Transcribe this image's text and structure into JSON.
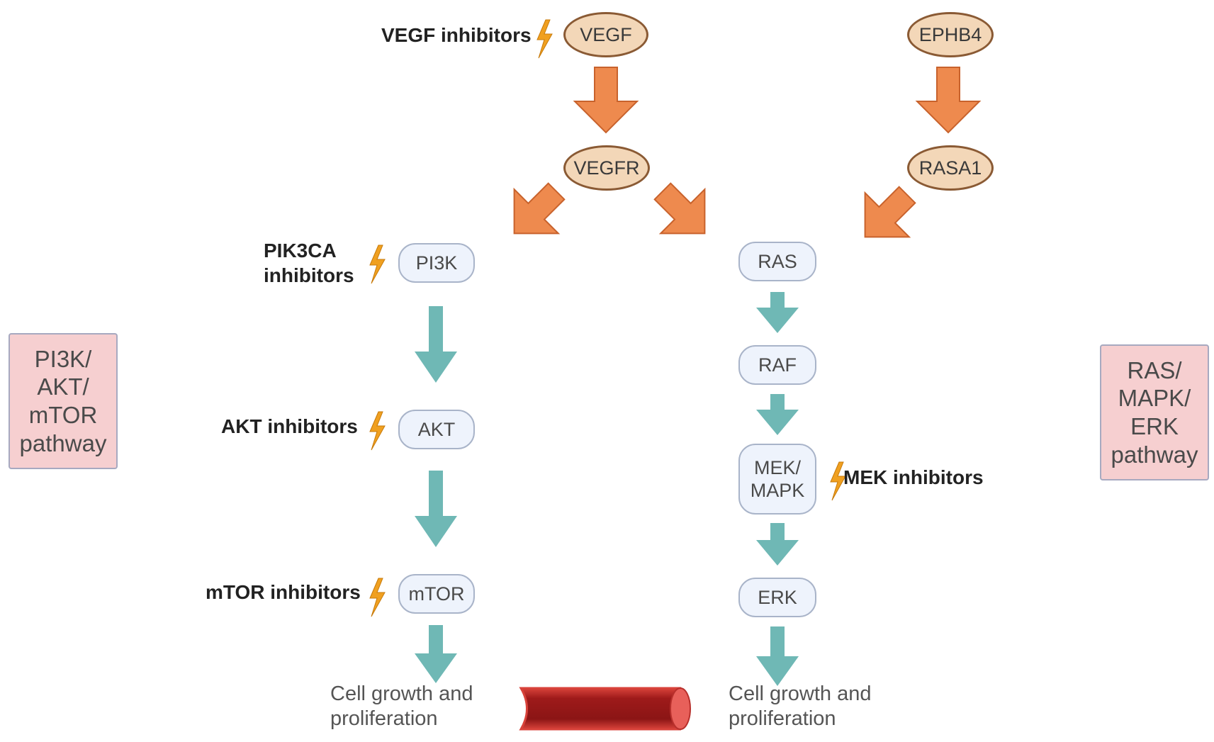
{
  "nodes": {
    "vegf": "VEGF",
    "ephb4": "EPHB4",
    "vegfr": "VEGFR",
    "rasa1": "RASA1",
    "pi3k": "PI3K",
    "akt": "AKT",
    "mtor": "mTOR",
    "ras": "RAS",
    "raf": "RAF",
    "mek_line1": "MEK/",
    "mek_line2": "MAPK",
    "erk": "ERK"
  },
  "inhibitors": {
    "vegf": "VEGF inhibitors",
    "pik3ca_line1": "PIK3CA",
    "pik3ca_line2": "inhibitors",
    "akt": "AKT inhibitors",
    "mtor": "mTOR inhibitors",
    "mek": "MEK inhibitors"
  },
  "pathways": {
    "left": [
      "PI3K/",
      "AKT/",
      "mTOR",
      "pathway"
    ],
    "right": [
      "RAS/",
      "MAPK/",
      "ERK",
      "pathway"
    ]
  },
  "outcomes": {
    "left": [
      "Cell growth and",
      "proliferation"
    ],
    "right": [
      "Cell growth and",
      "proliferation"
    ]
  },
  "colors": {
    "orange_arrow": "#ee8a4e",
    "teal_arrow": "#6fb8b5",
    "ellipse_fill": "#f3d7b8",
    "pill_fill": "#eef3fc",
    "pathway_fill": "#f6cfd0",
    "bolt": "#f0a020",
    "vessel": "#9e1a1a"
  },
  "icons": {
    "inhibitor": "lightning-bolt-icon",
    "vessel": "blood-vessel-icon"
  }
}
